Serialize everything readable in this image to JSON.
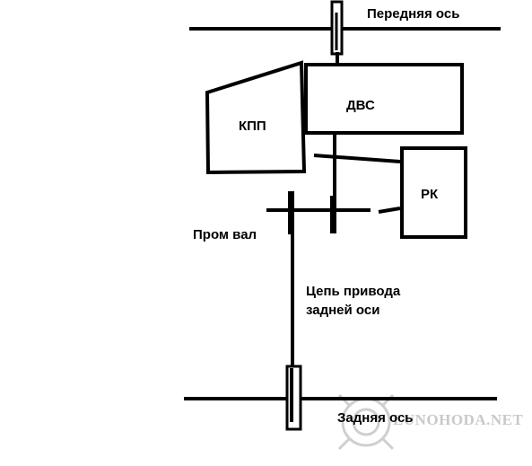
{
  "labels": {
    "front_axle": "Передняя ось",
    "engine": "ДВС",
    "gearbox": "КПП",
    "transfer_case": "РК",
    "countershaft": "Пром вал",
    "chain_line1": "Цепь привода",
    "chain_line2": "задней оси",
    "rear_axle": "Задняя ось"
  },
  "watermark": {
    "text": "LUNOHODA.NET",
    "color": "#c9c9c9"
  },
  "colors": {
    "ink": "#000000",
    "background": "#ffffff"
  }
}
